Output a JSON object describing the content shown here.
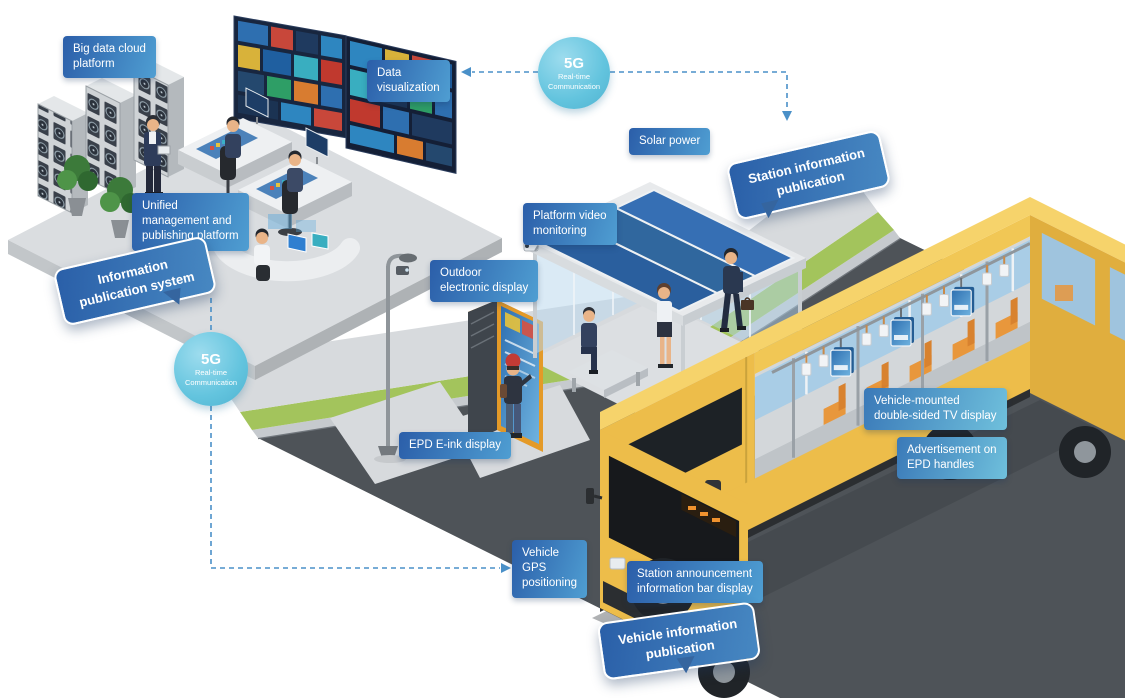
{
  "callouts": {
    "big_data_cloud_platform": {
      "lines": [
        "Big data cloud",
        "platform"
      ]
    },
    "data_visualization": {
      "lines": [
        "Data",
        "visualization"
      ]
    },
    "g5_top": {
      "title": "5G",
      "lines": [
        "Real-time",
        "Communication"
      ]
    },
    "g5_left": {
      "title": "5G",
      "lines": [
        "Real-time",
        "Communication"
      ]
    },
    "solar_power": {
      "lines": [
        "Solar power"
      ]
    },
    "platform_video_monitoring": {
      "lines": [
        "Platform video",
        "monitoring"
      ]
    },
    "station_information_publication": {
      "lines": [
        "Station information",
        "publication"
      ]
    },
    "outdoor_electronic_display": {
      "lines": [
        "Outdoor",
        "electronic display"
      ]
    },
    "unified_management_platform": {
      "lines": [
        "Unified",
        "management and",
        "publishing platform"
      ]
    },
    "information_publication_system": {
      "lines": [
        "Information",
        "publication system"
      ]
    },
    "epd_eink_display": {
      "lines": [
        "EPD E-ink display"
      ]
    },
    "vehicle_gps_positioning": {
      "lines": [
        "Vehicle",
        "GPS",
        "positioning"
      ]
    },
    "station_announcement_bar": {
      "lines": [
        "Station announcement",
        "information bar display"
      ]
    },
    "vehicle_information_publication": {
      "lines": [
        "Vehicle information",
        "publication"
      ]
    },
    "vehicle_mounted_tv": {
      "lines": [
        "Vehicle-mounted",
        "double-sided TV display"
      ]
    },
    "advertisement_epd_handles": {
      "lines": [
        "Advertisement on",
        "EPD handles"
      ]
    }
  },
  "colors": {
    "label_blue_start": "#2b5ea9",
    "label_blue_end": "#4f9ed2",
    "label_cyan_end": "#6fc0dc",
    "bubble_blue": "#2f66ad",
    "circle_5g": "#63c4de",
    "connector_blue": "#4a90c8",
    "bus_yellow": "#edbd4a",
    "road_gray": "#4e5358",
    "grass_green": "#a3c45c",
    "solar_panel_blue": "#2a5f9e",
    "screen_blue": "#2e6fb0",
    "seat_orange": "#e8973c"
  }
}
